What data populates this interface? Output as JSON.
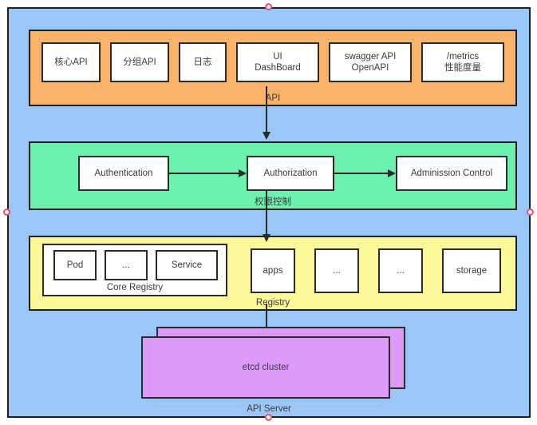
{
  "diagram": {
    "title": "API Server",
    "outer": {
      "label": "API Server",
      "color": "#9ac7f7"
    },
    "layers": [
      {
        "id": "api",
        "label": "API",
        "color": "#f9b26a",
        "nodes": [
          {
            "id": "core-api",
            "label": "核心API"
          },
          {
            "id": "group-api",
            "label": "分组API"
          },
          {
            "id": "logs",
            "label": "日志"
          },
          {
            "id": "ui-dashboard",
            "label": "UI\nDashBoard"
          },
          {
            "id": "swagger-api",
            "label": "swagger API\nOpenAPI"
          },
          {
            "id": "metrics",
            "label": "/metrics\n性能度量"
          }
        ]
      },
      {
        "id": "authz",
        "label": "权限控制",
        "color": "#6cf2ae",
        "nodes": [
          {
            "id": "authentication",
            "label": "Authentication"
          },
          {
            "id": "authorization",
            "label": "Authorization"
          },
          {
            "id": "adminission-control",
            "label": "Adminission Control"
          }
        ]
      },
      {
        "id": "registry",
        "label": "Registry",
        "color": "#fbf99a",
        "core_registry": {
          "label": "Core Registry",
          "nodes": [
            {
              "id": "pod",
              "label": "Pod"
            },
            {
              "id": "ellipsis-1",
              "label": "..."
            },
            {
              "id": "service",
              "label": "Service"
            }
          ]
        },
        "nodes": [
          {
            "id": "apps",
            "label": "apps"
          },
          {
            "id": "ellipsis-2",
            "label": "..."
          },
          {
            "id": "ellipsis-3",
            "label": "..."
          },
          {
            "id": "storage",
            "label": "storage"
          }
        ]
      }
    ],
    "etcd": {
      "label": "etcd cluster",
      "color": "#dd9bf9"
    },
    "handles": {
      "color": "#e8506e",
      "positions": [
        "top",
        "left",
        "right",
        "bottom"
      ]
    }
  }
}
